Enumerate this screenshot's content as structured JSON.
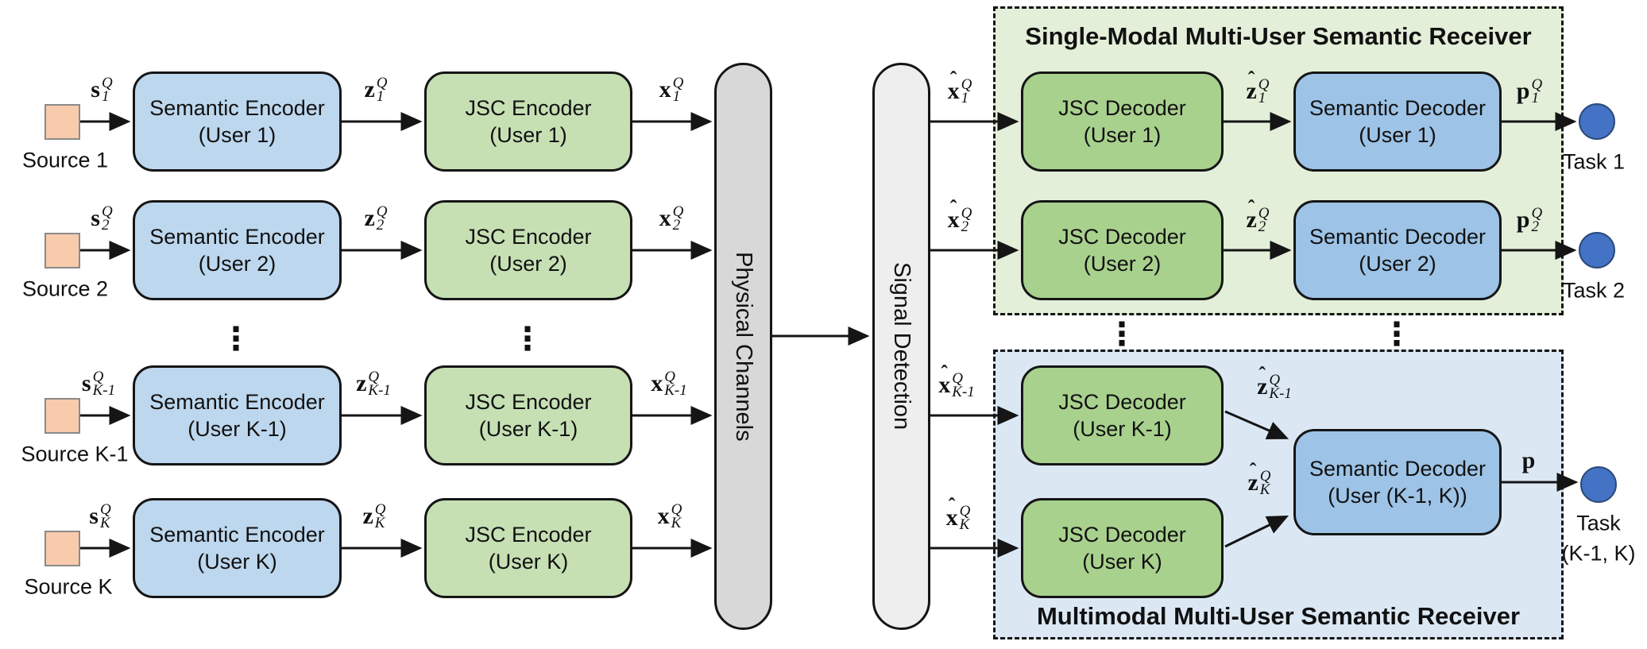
{
  "glyphs": {
    "vdots": "⋮"
  },
  "colors": {
    "semantic_encoder": "#bdd7ee",
    "jsc_encoder": "#c6e0b4",
    "jsc_decoder": "#a9d18e",
    "semantic_decoder": "#9dc3e6",
    "physical_channels": "#d8d8d8",
    "signal_detection": "#eeeeee",
    "single_modal_bg": "#e3efd9",
    "multimodal_bg": "#dbe8f4",
    "source": "#f8cbad",
    "task": "#4472c4",
    "line": "#151515"
  },
  "tx_rows": [
    {
      "source": "Source 1",
      "s": {
        "base": "s",
        "hat": false,
        "sup": "Q",
        "sub": "1"
      },
      "enc": {
        "l1": "Semantic Encoder",
        "l2": "(User 1)"
      },
      "z": {
        "base": "z",
        "hat": false,
        "sup": "Q",
        "sub": "1"
      },
      "jsc": {
        "l1": "JSC Encoder",
        "l2": "(User 1)"
      },
      "x": {
        "base": "x",
        "hat": false,
        "sup": "Q",
        "sub": "1"
      }
    },
    {
      "source": "Source 2",
      "s": {
        "base": "s",
        "hat": false,
        "sup": "Q",
        "sub": "2"
      },
      "enc": {
        "l1": "Semantic Encoder",
        "l2": "(User 2)"
      },
      "z": {
        "base": "z",
        "hat": false,
        "sup": "Q",
        "sub": "2"
      },
      "jsc": {
        "l1": "JSC Encoder",
        "l2": "(User 2)"
      },
      "x": {
        "base": "x",
        "hat": false,
        "sup": "Q",
        "sub": "2"
      }
    },
    {
      "source": "Source K-1",
      "s": {
        "base": "s",
        "hat": false,
        "sup": "Q",
        "sub": "K-1"
      },
      "enc": {
        "l1": "Semantic Encoder",
        "l2": "(User K-1)"
      },
      "z": {
        "base": "z",
        "hat": false,
        "sup": "Q",
        "sub": "K-1"
      },
      "jsc": {
        "l1": "JSC Encoder",
        "l2": "(User K-1)"
      },
      "x": {
        "base": "x",
        "hat": false,
        "sup": "Q",
        "sub": "K-1"
      }
    },
    {
      "source": "Source K",
      "s": {
        "base": "s",
        "hat": false,
        "sup": "Q",
        "sub": "K"
      },
      "enc": {
        "l1": "Semantic Encoder",
        "l2": "(User K)"
      },
      "z": {
        "base": "z",
        "hat": false,
        "sup": "Q",
        "sub": "K"
      },
      "jsc": {
        "l1": "JSC Encoder",
        "l2": "(User K)"
      },
      "x": {
        "base": "x",
        "hat": false,
        "sup": "Q",
        "sub": "K"
      }
    }
  ],
  "channel": {
    "physical": "Physical Channels",
    "detection": "Signal Detection"
  },
  "single_modal": {
    "title": "Single-Modal Multi-User Semantic Receiver",
    "rows": [
      {
        "xhat": {
          "base": "x",
          "hat": true,
          "sup": "Q",
          "sub": "1"
        },
        "jsc_dec": {
          "l1": "JSC Decoder",
          "l2": "(User 1)"
        },
        "zhat": {
          "base": "z",
          "hat": true,
          "sup": "Q",
          "sub": "1"
        },
        "sem_dec": {
          "l1": "Semantic Decoder",
          "l2": "(User 1)"
        },
        "p": {
          "base": "p",
          "hat": false,
          "sup": "Q",
          "sub": "1"
        },
        "task": "Task 1"
      },
      {
        "xhat": {
          "base": "x",
          "hat": true,
          "sup": "Q",
          "sub": "2"
        },
        "jsc_dec": {
          "l1": "JSC Decoder",
          "l2": "(User 2)"
        },
        "zhat": {
          "base": "z",
          "hat": true,
          "sup": "Q",
          "sub": "2"
        },
        "sem_dec": {
          "l1": "Semantic Decoder",
          "l2": "(User 2)"
        },
        "p": {
          "base": "p",
          "hat": false,
          "sup": "Q",
          "sub": "2"
        },
        "task": "Task 2"
      }
    ]
  },
  "multimodal": {
    "title": "Multimodal Multi-User Semantic Receiver",
    "rows": [
      {
        "xhat": {
          "base": "x",
          "hat": true,
          "sup": "Q",
          "sub": "K-1"
        },
        "jsc_dec": {
          "l1": "JSC Decoder",
          "l2": "(User K-1)"
        },
        "zhat": {
          "base": "z",
          "hat": true,
          "sup": "Q",
          "sub": "K-1"
        }
      },
      {
        "xhat": {
          "base": "x",
          "hat": true,
          "sup": "Q",
          "sub": "K"
        },
        "jsc_dec": {
          "l1": "JSC Decoder",
          "l2": "(User K)"
        },
        "zhat": {
          "base": "z",
          "hat": true,
          "sup": "Q",
          "sub": "K"
        }
      }
    ],
    "sem_dec": {
      "l1": "Semantic Decoder",
      "l2": "(User (K-1, K))"
    },
    "p": {
      "base": "p",
      "hat": false,
      "sup": "",
      "sub": ""
    },
    "task_l1": "Task",
    "task_l2": "(K-1, K)"
  }
}
